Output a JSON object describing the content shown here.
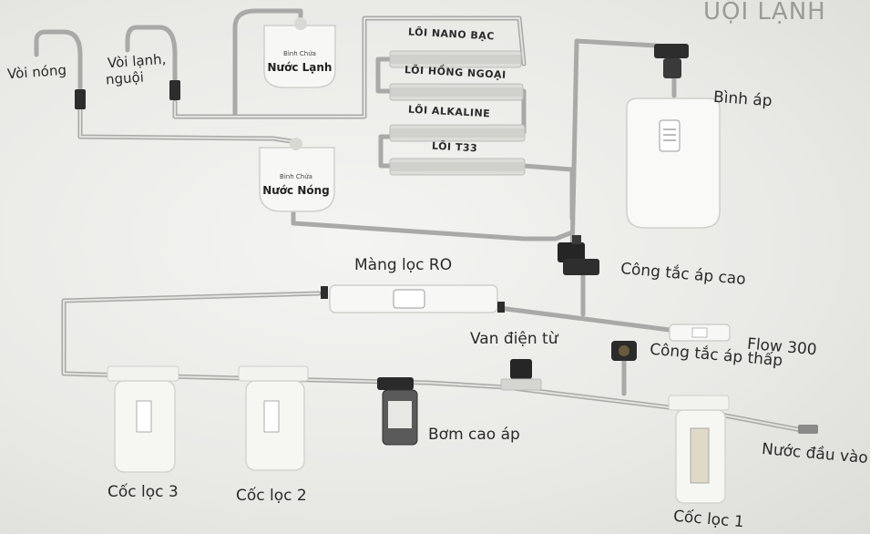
{
  "header_fragment": "UỘI LẠNH",
  "labels": {
    "voi_nong": "Vòi nóng",
    "voi_lanh": "Vòi lạnh,",
    "voi_nguoi": "nguội",
    "binh_ap": "Bình áp",
    "cong_tac_ap_cao": "Công tắc áp cao",
    "mang_loc_ro": "Màng lọc RO",
    "flow": "Flow 300",
    "van_dien_tu": "Van điện từ",
    "cong_tac_ap_thap": "Công tắc áp thấp",
    "bom_cao_ap": "Bơm cao áp",
    "nuoc_dau_vao": "Nước đầu vào",
    "coc_loc_3": "Cốc lọc 3",
    "coc_loc_2": "Cốc lọc 2",
    "coc_loc_1": "Cốc lọc 1"
  },
  "cartridges": [
    "LÕI NANO BẠC",
    "LÕI HỒNG NGOẠI",
    "LÕI ALKALINE",
    "LÕI T33"
  ],
  "tanks": {
    "cold": {
      "small": "Bình Chứa",
      "big": "Nước Lạnh"
    },
    "hot": {
      "small": "Bình Chứa",
      "big": "Nước Nóng"
    }
  }
}
